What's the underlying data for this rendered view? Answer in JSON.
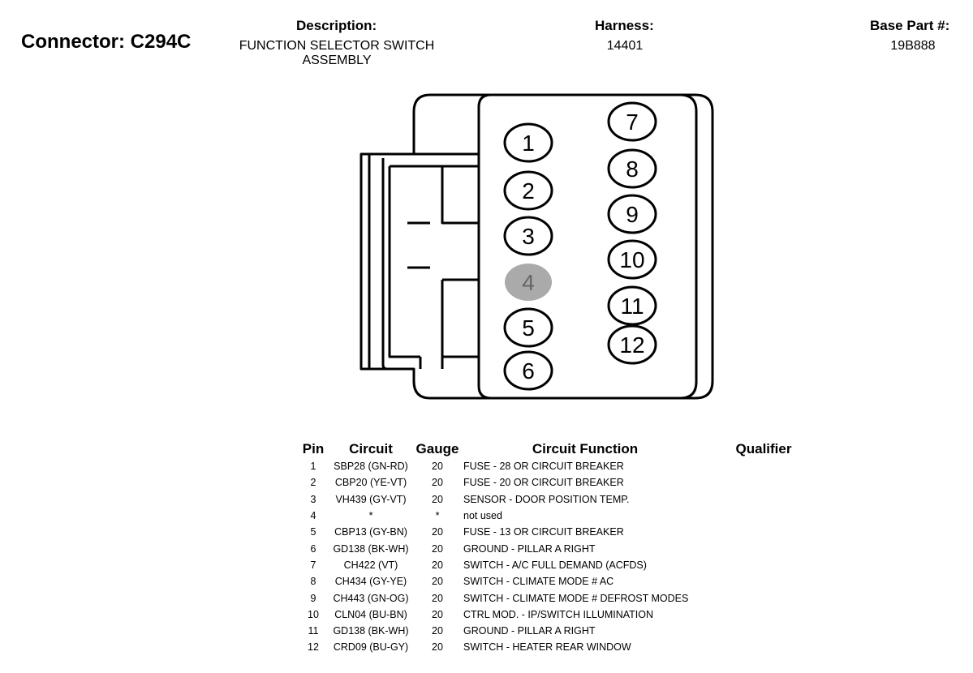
{
  "header": {
    "connector": "Connector: C294C",
    "description_label": "Description:",
    "description_value": "FUNCTION SELECTOR SWITCH ASSEMBLY",
    "harness_label": "Harness:",
    "harness_value": "14401",
    "base_part_label": "Base Part #:",
    "base_part_value": "19B888"
  },
  "diagram": {
    "pins": [
      {
        "number": "1",
        "used": true
      },
      {
        "number": "2",
        "used": true
      },
      {
        "number": "3",
        "used": true
      },
      {
        "number": "4",
        "used": false
      },
      {
        "number": "5",
        "used": true
      },
      {
        "number": "6",
        "used": true
      },
      {
        "number": "7",
        "used": true
      },
      {
        "number": "8",
        "used": true
      },
      {
        "number": "9",
        "used": true
      },
      {
        "number": "10",
        "used": true
      },
      {
        "number": "11",
        "used": true
      },
      {
        "number": "12",
        "used": true
      }
    ],
    "unused_pin_color": "#aaaaaa"
  },
  "table": {
    "headers": [
      "Pin",
      "Circuit",
      "Gauge",
      "Circuit Function",
      "Qualifier"
    ],
    "rows": [
      [
        "1",
        "SBP28 (GN-RD)",
        "20",
        "FUSE - 28 OR CIRCUIT BREAKER",
        ""
      ],
      [
        "2",
        "CBP20 (YE-VT)",
        "20",
        "FUSE - 20 OR CIRCUIT BREAKER",
        ""
      ],
      [
        "3",
        "VH439 (GY-VT)",
        "20",
        "SENSOR - DOOR POSITION TEMP.",
        ""
      ],
      [
        "4",
        "*",
        "*",
        "not used",
        ""
      ],
      [
        "5",
        "CBP13 (GY-BN)",
        "20",
        "FUSE - 13 OR CIRCUIT BREAKER",
        ""
      ],
      [
        "6",
        "GD138 (BK-WH)",
        "20",
        "GROUND - PILLAR A RIGHT",
        ""
      ],
      [
        "7",
        "CH422 (VT)",
        "20",
        "SWITCH - A/C FULL DEMAND (ACFDS)",
        ""
      ],
      [
        "8",
        "CH434 (GY-YE)",
        "20",
        "SWITCH - CLIMATE MODE # AC",
        ""
      ],
      [
        "9",
        "CH443 (GN-OG)",
        "20",
        "SWITCH - CLIMATE MODE # DEFROST MODES",
        ""
      ],
      [
        "10",
        "CLN04 (BU-BN)",
        "20",
        "CTRL MOD. - IP/SWITCH ILLUMINATION",
        ""
      ],
      [
        "11",
        "GD138 (BK-WH)",
        "20",
        "GROUND - PILLAR A RIGHT",
        ""
      ],
      [
        "12",
        "CRD09 (BU-GY)",
        "20",
        "SWITCH - HEATER REAR WINDOW",
        ""
      ]
    ]
  }
}
